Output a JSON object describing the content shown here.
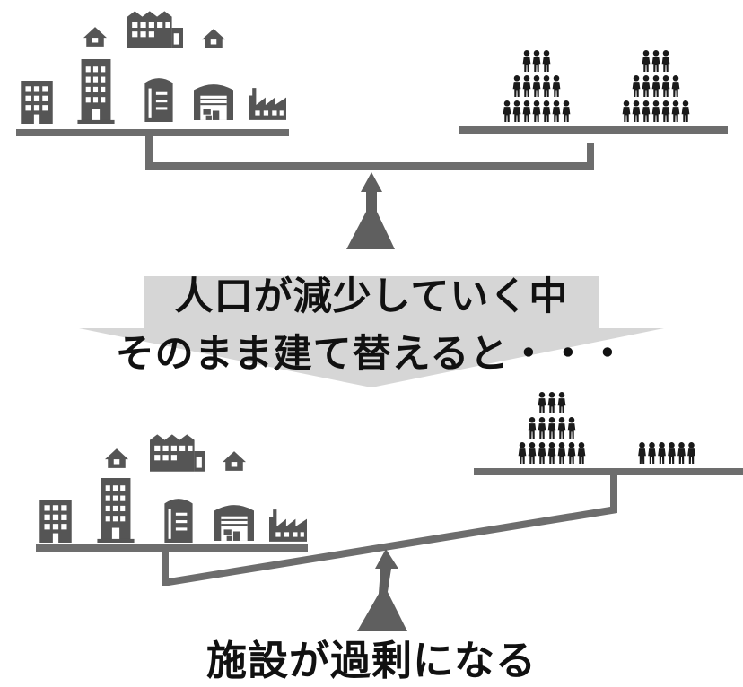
{
  "captions": {
    "line1": "人口が減少していく中",
    "line2": "そのまま建て替えると・・・",
    "result": "施設が過剰になる"
  },
  "colors": {
    "beam": "#6d6d6d",
    "fulcrum": "#5f5f5f",
    "icon": "#555555",
    "people": "#1a1a1a",
    "arrow": "#d4d4d4"
  },
  "icons": {
    "buildings": [
      "house-icon",
      "factory-building-icon",
      "house-icon",
      "office-building-icon",
      "apartment-tower-icon",
      "silo-icon",
      "warehouse-icon",
      "factory-icon"
    ],
    "people": "people-group-icon"
  }
}
